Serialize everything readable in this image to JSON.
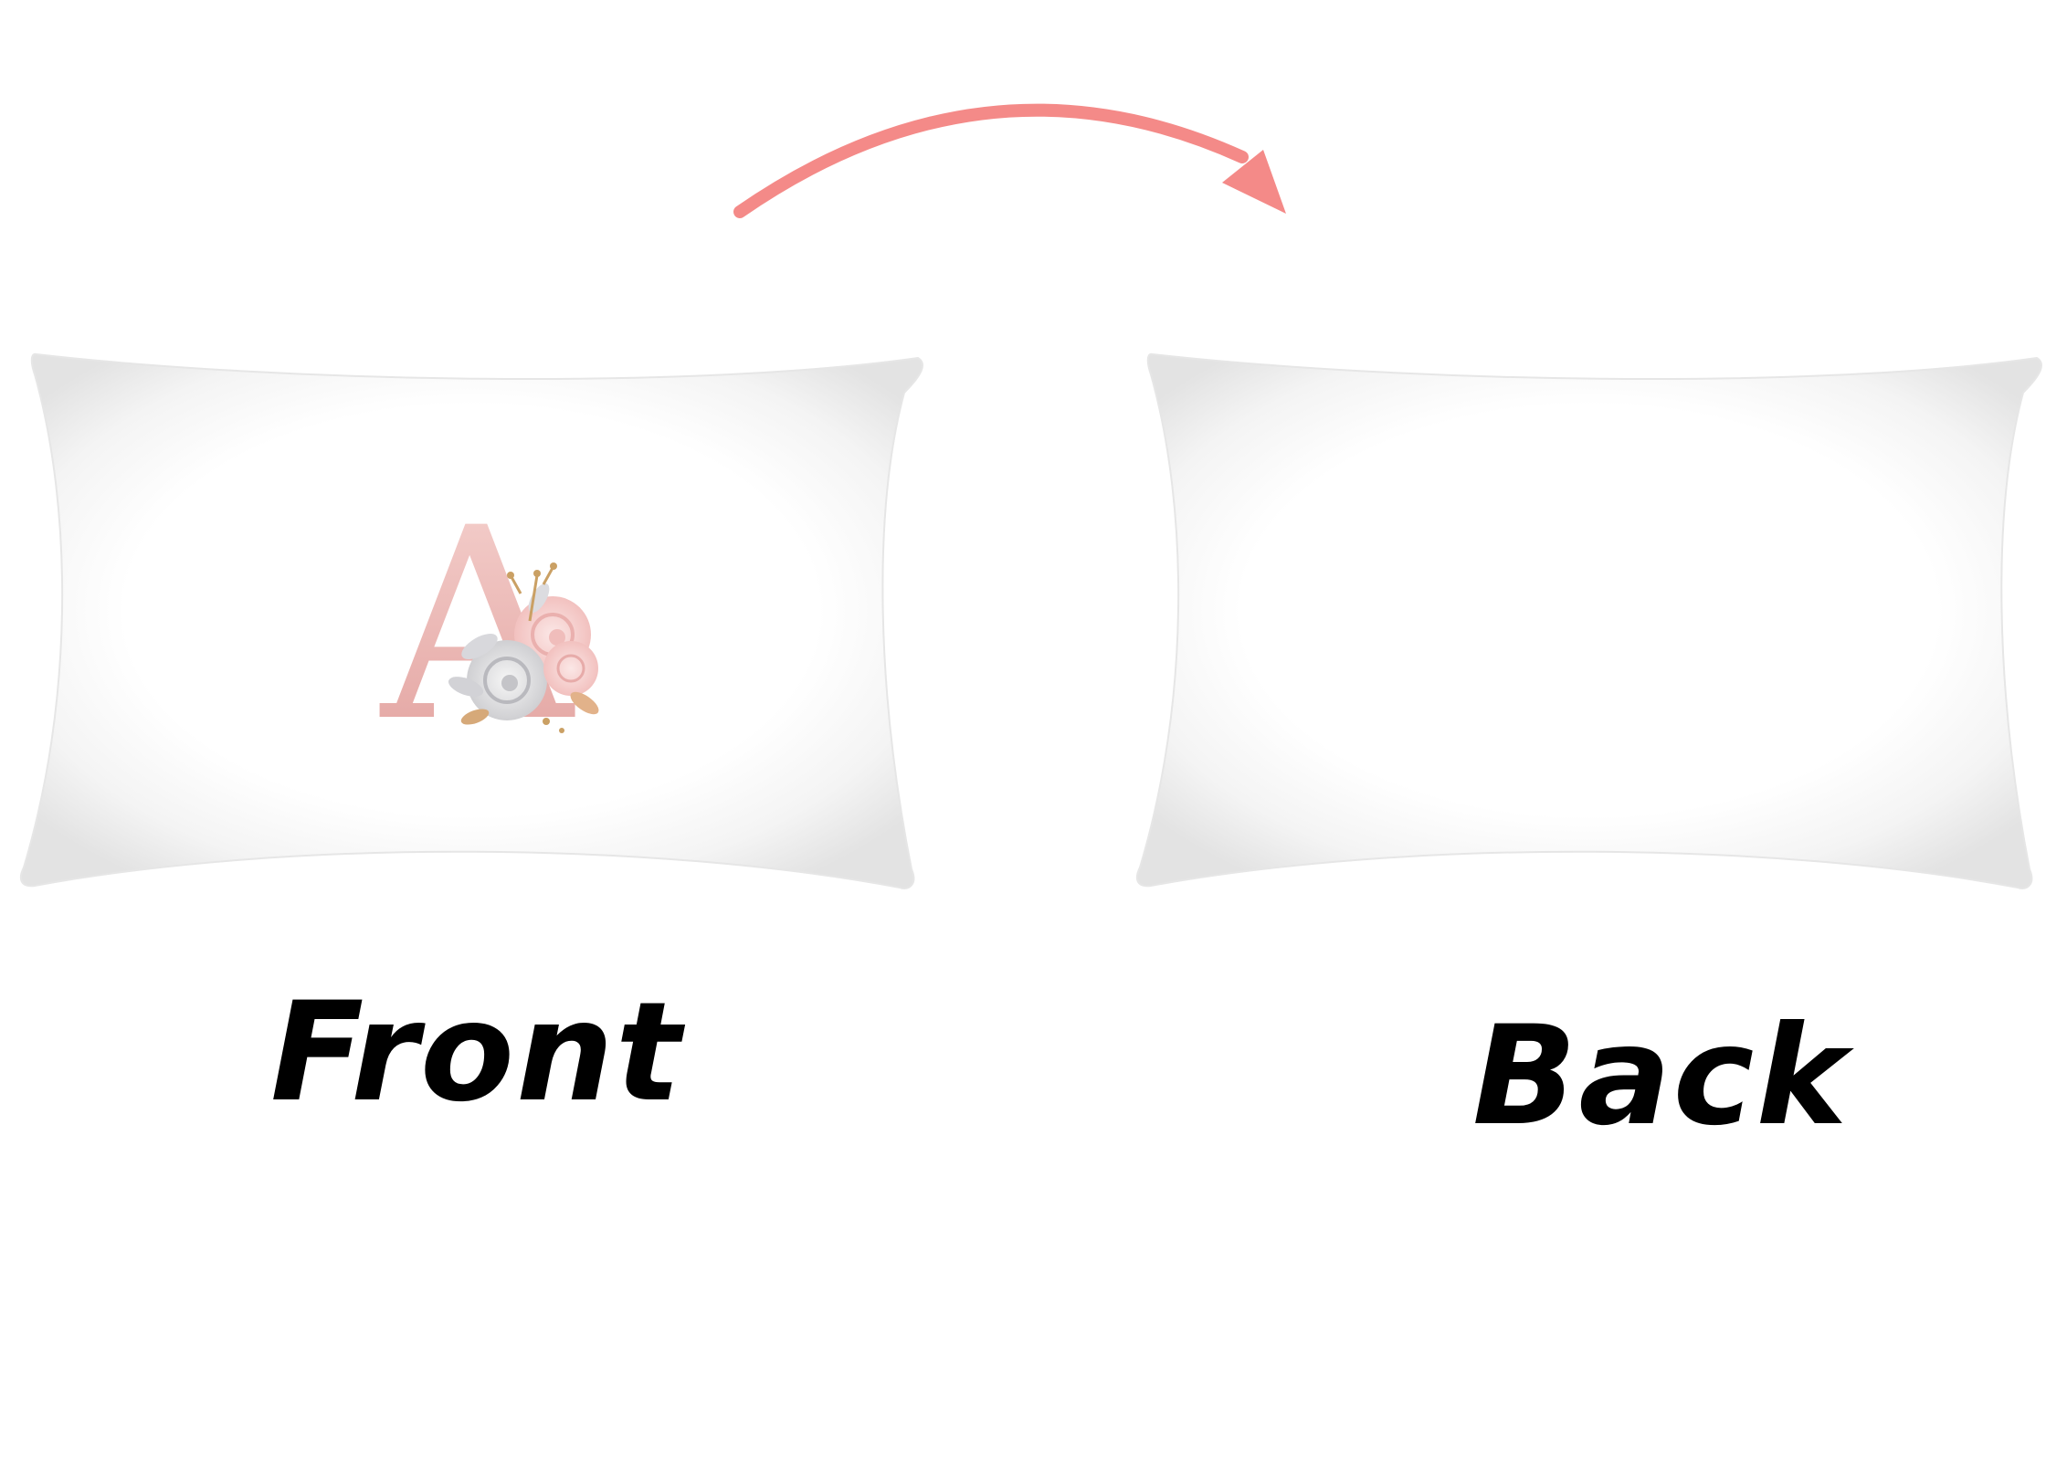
{
  "image": {
    "background_color": "#ffffff",
    "pillow_color": "#ffffff",
    "arrow_color": "#f48a88",
    "monogram_color": "#e9b3b1",
    "front_monogram_letter": "A",
    "front_label": "Front",
    "back_label": "Back"
  }
}
